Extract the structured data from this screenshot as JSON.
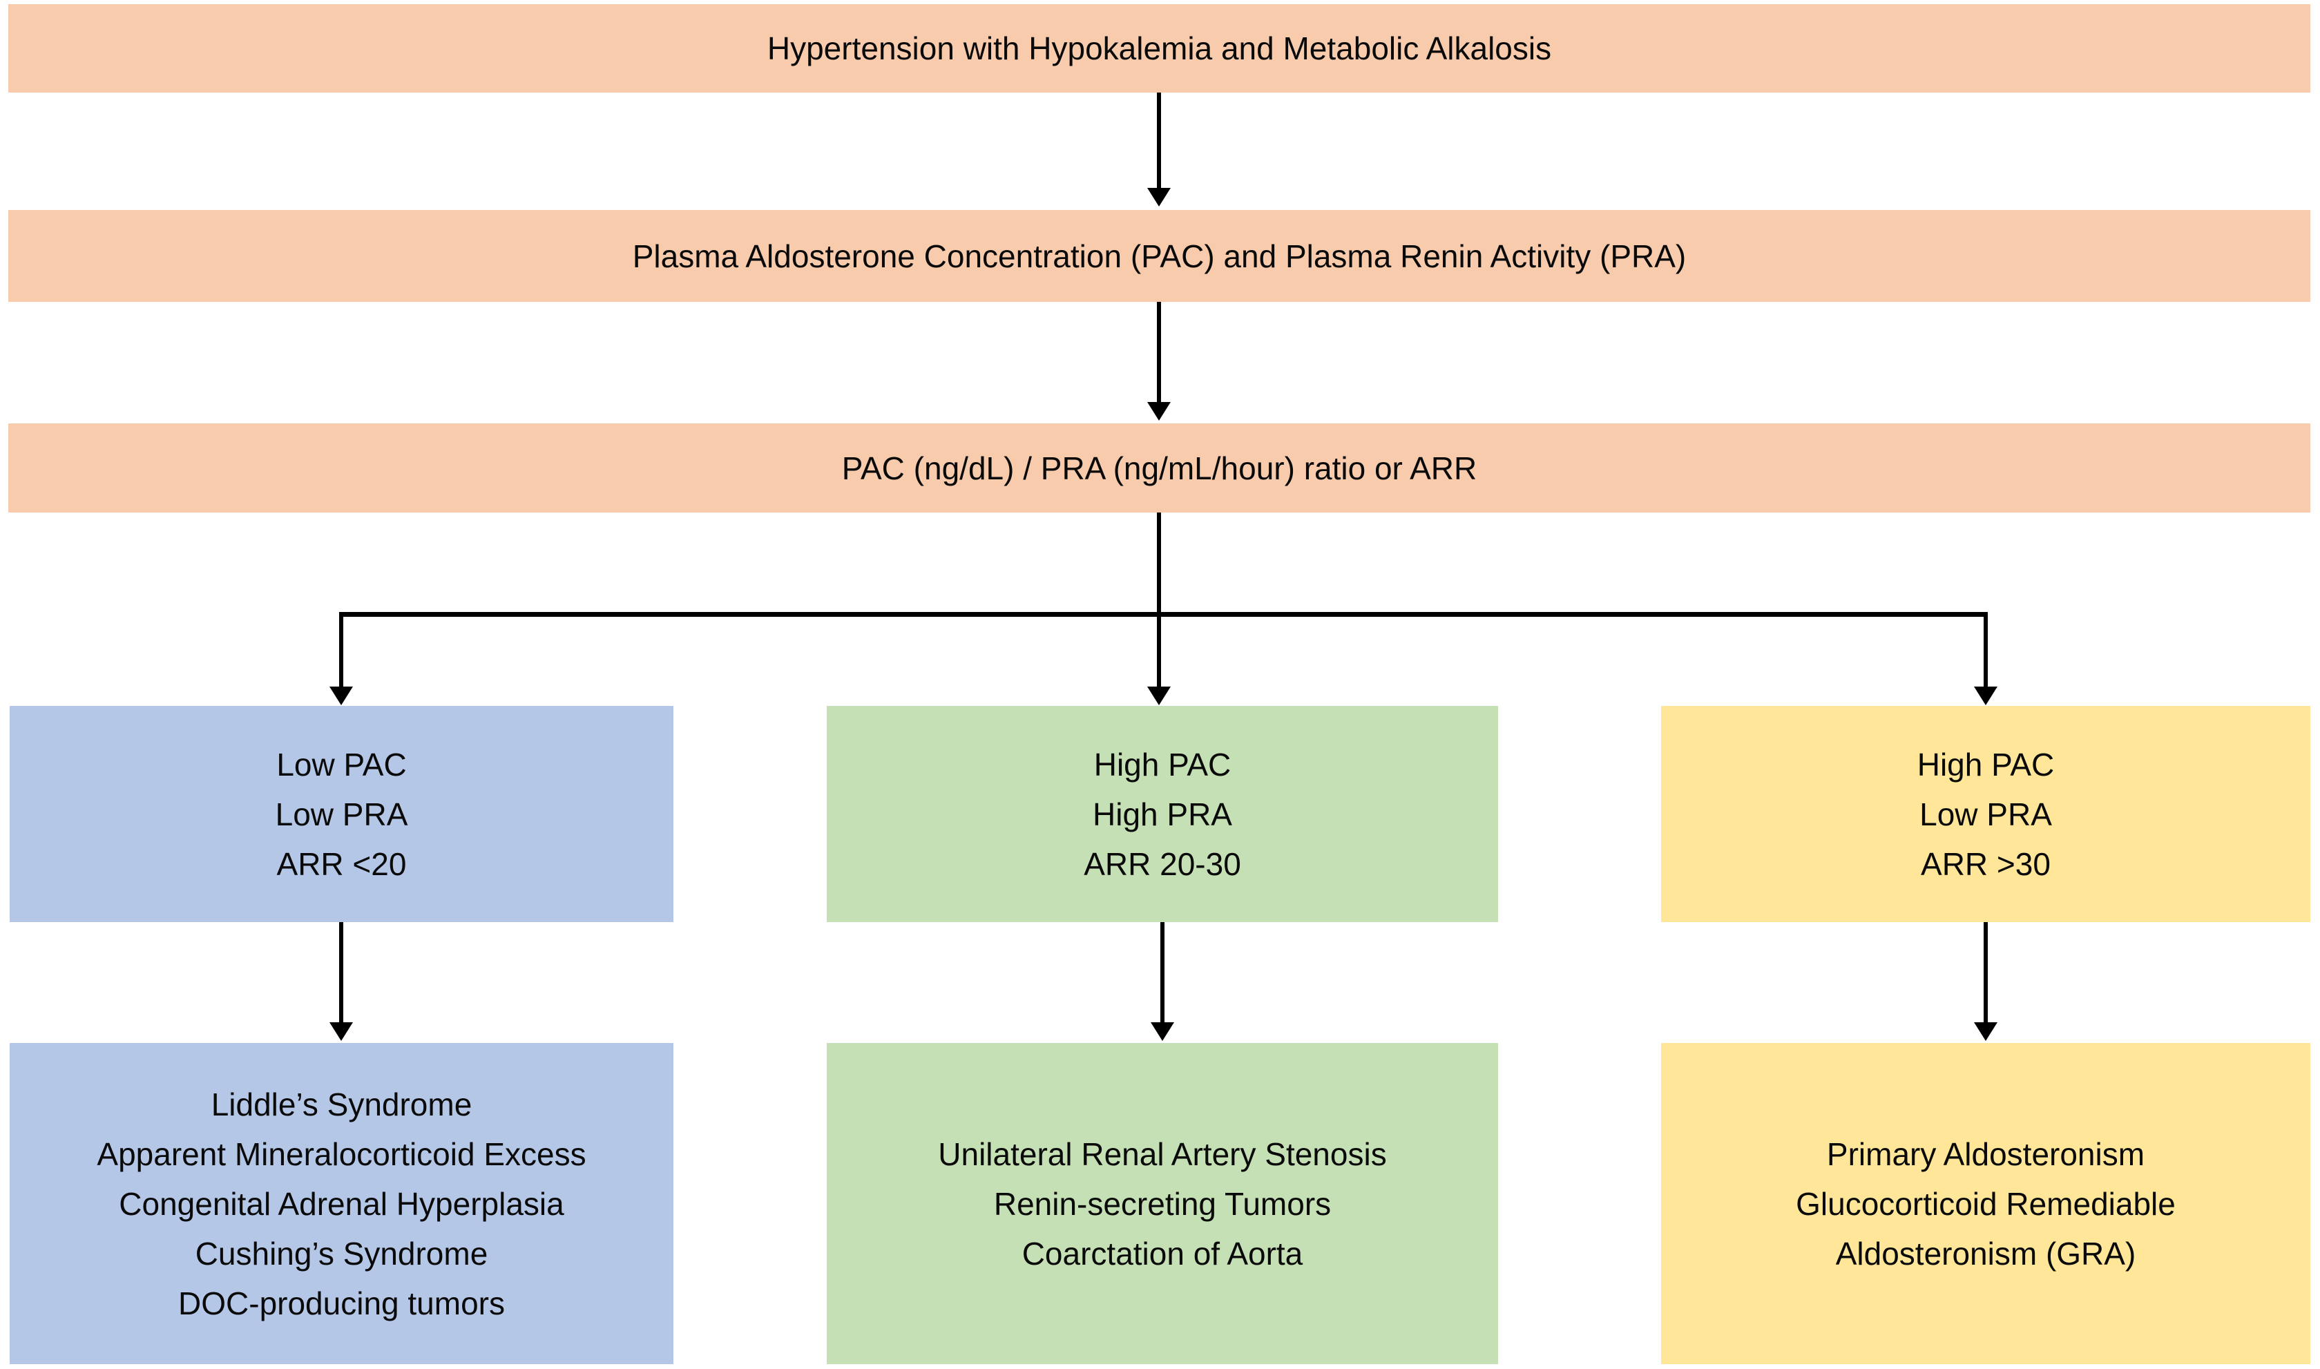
{
  "flowchart": {
    "steps": [
      {
        "label": "Hypertension with Hypokalemia and Metabolic Alkalosis"
      },
      {
        "label": "Plasma Aldosterone Concentration (PAC) and Plasma Renin Activity (PRA)"
      },
      {
        "label": "PAC (ng/dL) / PRA (ng/mL/hour) ratio or ARR"
      }
    ],
    "branches": [
      {
        "name": "low-arr",
        "color": "#B4C7E7",
        "criteria_lines": [
          "Low PAC",
          "Low PRA",
          "ARR <20"
        ],
        "diagnoses_lines": [
          "Liddle’s Syndrome",
          "Apparent Mineralocorticoid Excess",
          "Congenital Adrenal Hyperplasia",
          "Cushing’s Syndrome",
          "DOC-producing tumors"
        ]
      },
      {
        "name": "mid-arr",
        "color": "#C5E0B4",
        "criteria_lines": [
          "High PAC",
          "High PRA",
          "ARR 20-30"
        ],
        "diagnoses_lines": [
          "Unilateral Renal Artery Stenosis",
          "Renin-secreting Tumors",
          "Coarctation of Aorta"
        ]
      },
      {
        "name": "high-arr",
        "color": "#FFE699",
        "criteria_lines": [
          "High PAC",
          "Low PRA",
          "ARR >30"
        ],
        "diagnoses_lines": [
          "Primary Aldosteronism",
          "Glucocorticoid Remediable",
          "Aldosteronism (GRA)"
        ]
      }
    ],
    "colors": {
      "step_box": "#F8CBAD",
      "arrow": "#000000",
      "background": "#FFFFFF",
      "text": "#000000"
    }
  }
}
